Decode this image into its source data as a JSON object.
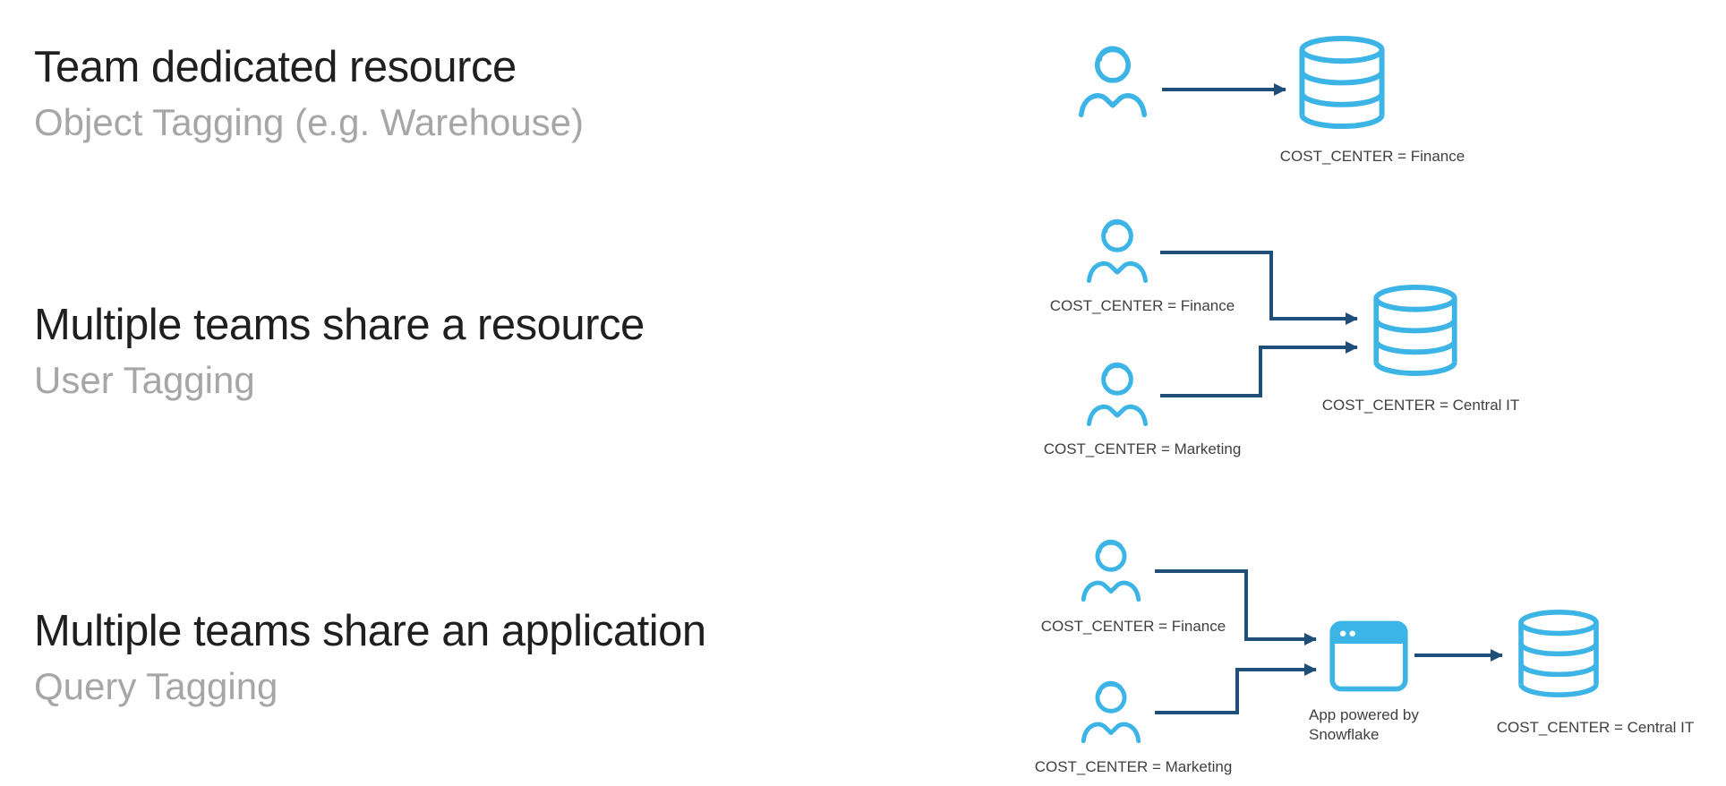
{
  "sections": [
    {
      "title": "Team dedicated resource",
      "subtitle": "Object Tagging (e.g. Warehouse)",
      "labels": {
        "db": "COST_CENTER  = Finance"
      }
    },
    {
      "title": "Multiple teams share a resource",
      "subtitle": "User Tagging",
      "labels": {
        "user1": "COST_CENTER  = Finance",
        "user2": "COST_CENTER  = Marketing",
        "db": "COST_CENTER  = Central IT"
      }
    },
    {
      "title": "Multiple teams share an application",
      "subtitle": "Query Tagging",
      "labels": {
        "user1": "COST_CENTER  = Finance",
        "user2": "COST_CENTER  = Marketing",
        "app": "App powered by\nSnowflake",
        "db": "COST_CENTER  = Central IT"
      }
    }
  ],
  "icons": {
    "user": "user-icon",
    "database": "database-icon",
    "app_window": "app-window-icon"
  },
  "colors": {
    "icon_blue": "#3CB4E5",
    "arrow_navy": "#1F4E79",
    "title": "#1F1F1F",
    "subtitle": "#A6A6A6",
    "label": "#3F3F3F",
    "background": "#FFFFFF"
  }
}
